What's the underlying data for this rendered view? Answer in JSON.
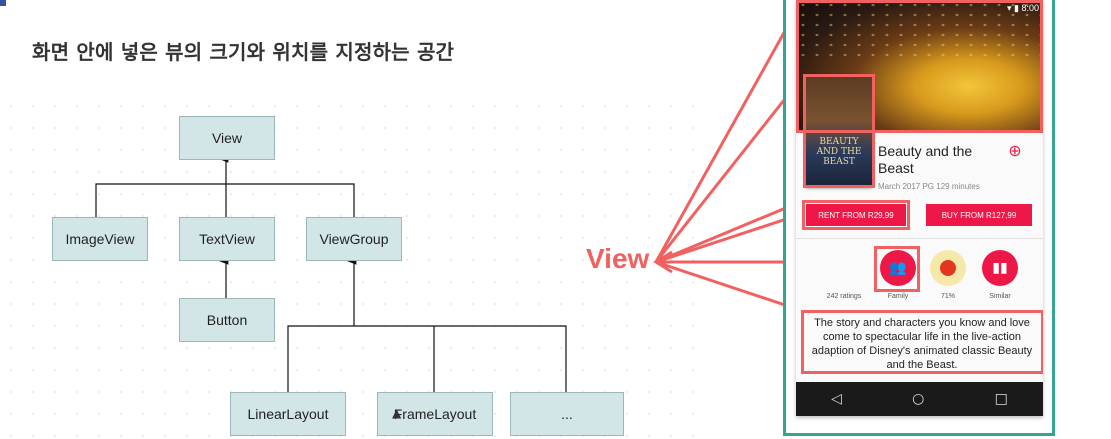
{
  "slide": {
    "heading": "화면 안에 넣은 뷰의 크기와 위치를 지정하는 공간",
    "callout_label": "View"
  },
  "tree": {
    "root": "View",
    "level1": [
      "ImageView",
      "TextView",
      "ViewGroup"
    ],
    "button": "Button",
    "layouts": [
      "LinearLayout",
      "FrameLayout",
      "..."
    ]
  },
  "phone": {
    "status_time": "8:00",
    "poster_title": "BEAUTY AND THE BEAST",
    "movie_title": "Beauty and the Beast",
    "meta": "March 2017 PG 129 minutes",
    "rent_label": "RENT FROM R29,99",
    "buy_label": "BUY FROM R127,99",
    "stats": [
      {
        "value": "242 ratings",
        "label": "Family"
      },
      {
        "label": "71%"
      },
      {
        "label": "Similar"
      }
    ],
    "description": "The story and characters you know and love come to spectacular life in the live-action adaption of Disney's animated classic Beauty and the Beast.",
    "colors": {
      "accent": "#ee1848",
      "highlight": "#f26161",
      "frame": "#33a592"
    }
  }
}
